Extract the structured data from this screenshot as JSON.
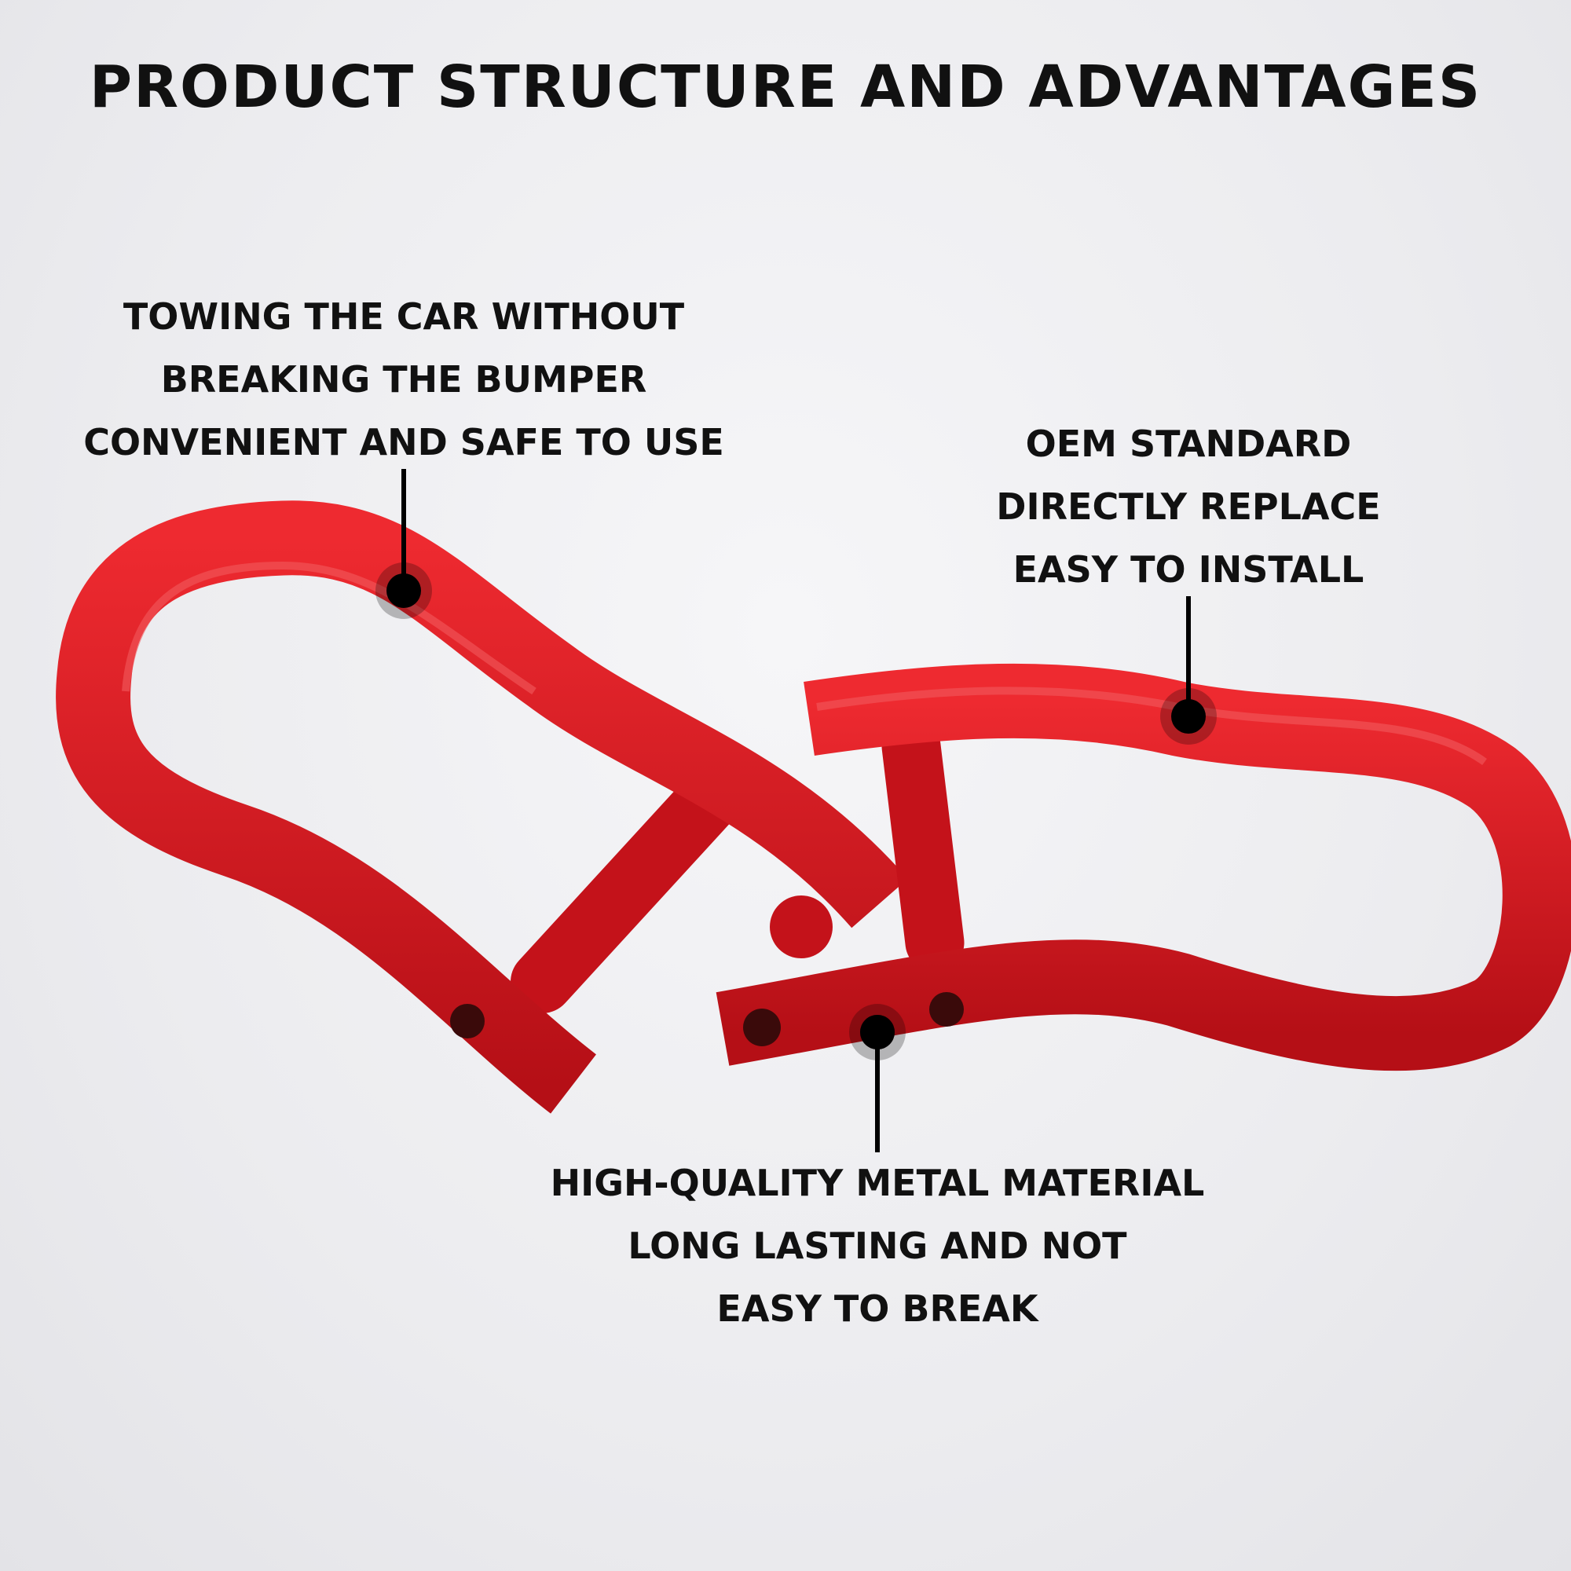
{
  "title": "PRODUCT STRUCTURE AND ADVANTAGES",
  "callouts": {
    "towing": [
      "TOWING THE CAR WITHOUT",
      "BREAKING THE BUMPER",
      "CONVENIENT AND SAFE TO USE"
    ],
    "oem": [
      "OEM STANDARD",
      "DIRECTLY REPLACE",
      "EASY TO INSTALL"
    ],
    "material": [
      "HIGH-QUALITY METAL MATERIAL",
      "LONG LASTING AND NOT",
      "EASY TO BREAK"
    ]
  },
  "colors": {
    "shackle_red": "#d8141c",
    "text": "#111111"
  }
}
